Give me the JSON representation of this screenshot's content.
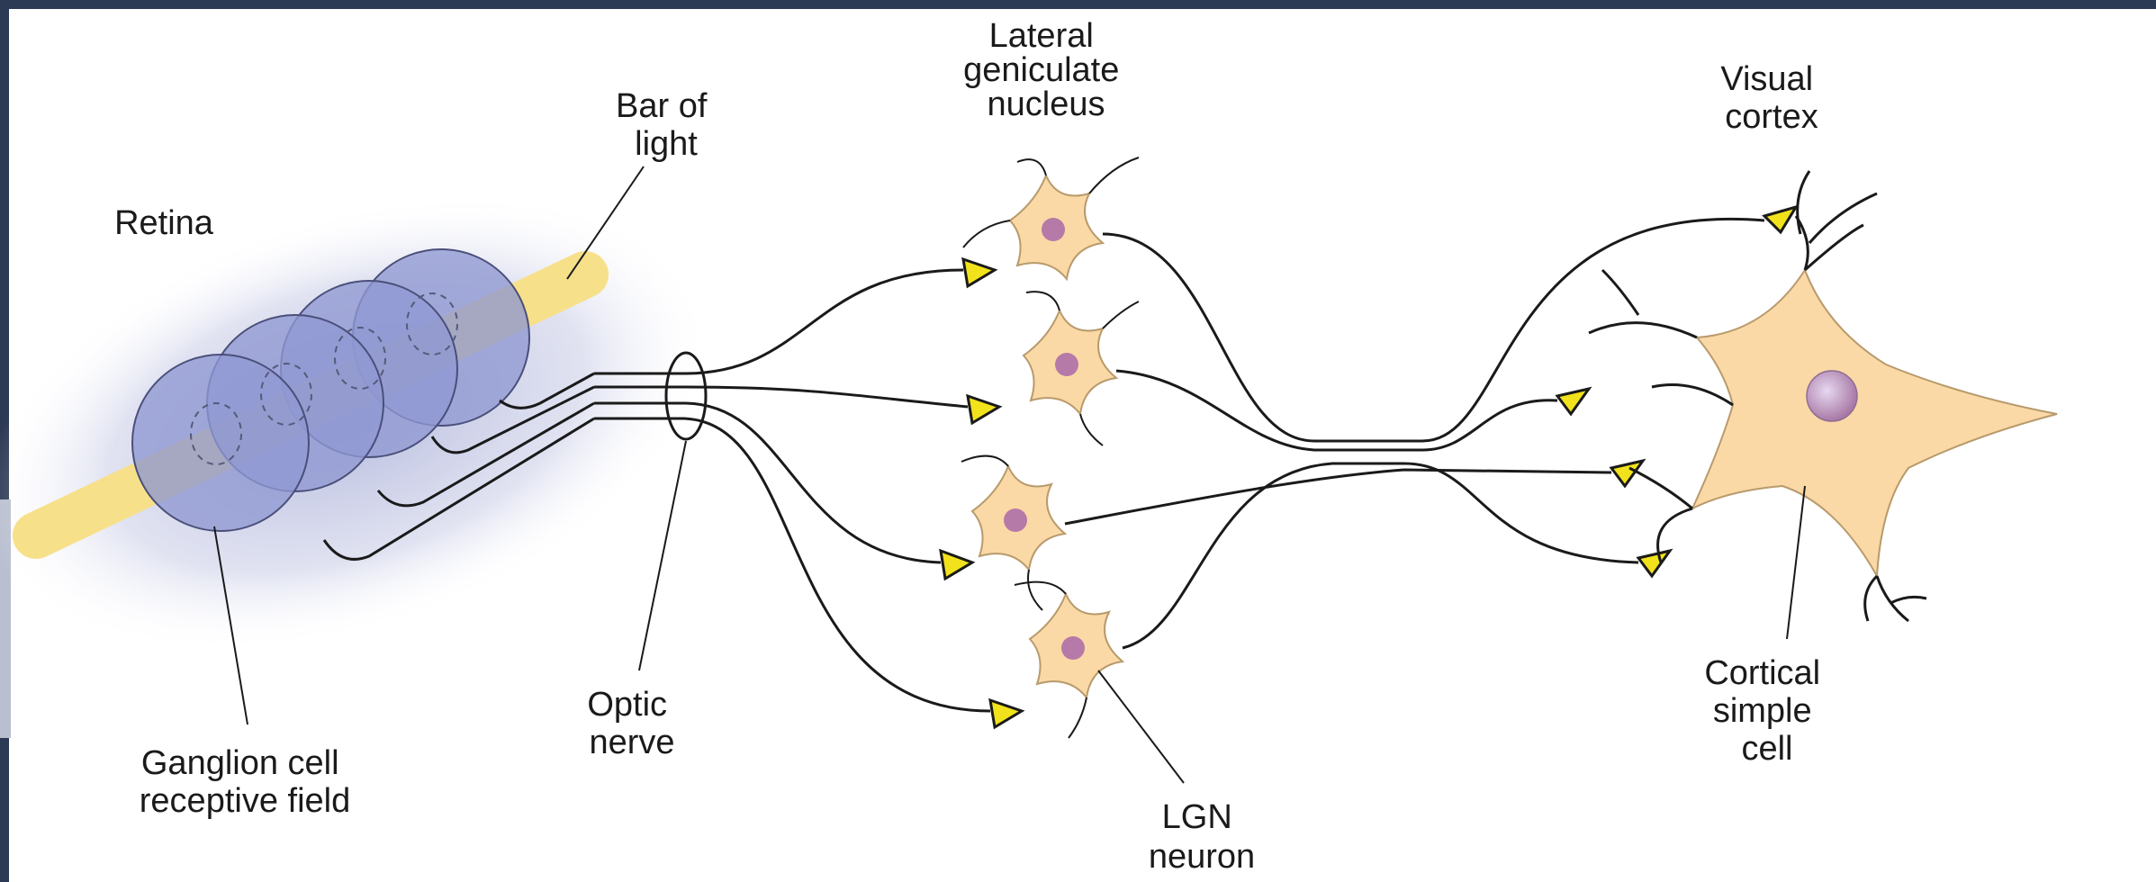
{
  "labels": {
    "retina": "Retina",
    "bar_of_light": [
      "Bar of",
      "light"
    ],
    "lgn": [
      "Lateral",
      "geniculate",
      "nucleus"
    ],
    "visual_cortex": [
      "Visual",
      "cortex"
    ],
    "ganglion_rf": [
      "Ganglion cell",
      "receptive field"
    ],
    "optic_nerve": [
      "Optic",
      "nerve"
    ],
    "lgn_neuron": [
      "LGN",
      "neuron"
    ],
    "cortical_simple_cell": [
      "Cortical",
      "simple",
      "cell"
    ]
  },
  "colors": {
    "frame": "#2d3a55",
    "panel": "#ffffff",
    "retina_glow": "#c7cbe6",
    "receptive_field": "#8f99d2",
    "bar_of_light": "#f7e08a",
    "neuron_body": "#fbd9a6",
    "nucleus": "#b67aa8",
    "synapse": "#f2e21c"
  }
}
